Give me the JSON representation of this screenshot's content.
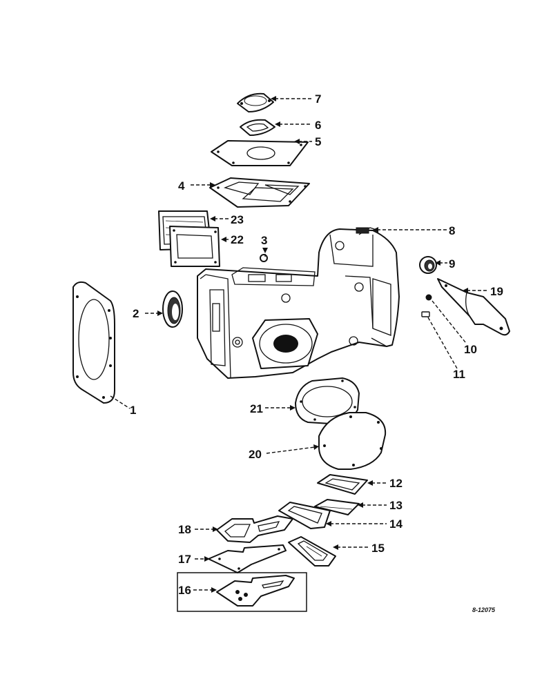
{
  "parts": {
    "p1": "1",
    "p2": "2",
    "p3": "3",
    "p4": "4",
    "p5": "5",
    "p6": "6",
    "p7": "7",
    "p8": "8",
    "p9": "9",
    "p10": "10",
    "p11": "11",
    "p12": "12",
    "p13": "13",
    "p14": "14",
    "p15": "15",
    "p16": "16",
    "p17": "17",
    "p18": "18",
    "p19": "19",
    "p20": "20",
    "p21": "21",
    "p22": "22",
    "p23": "23"
  },
  "drawing_code": "8-12075"
}
